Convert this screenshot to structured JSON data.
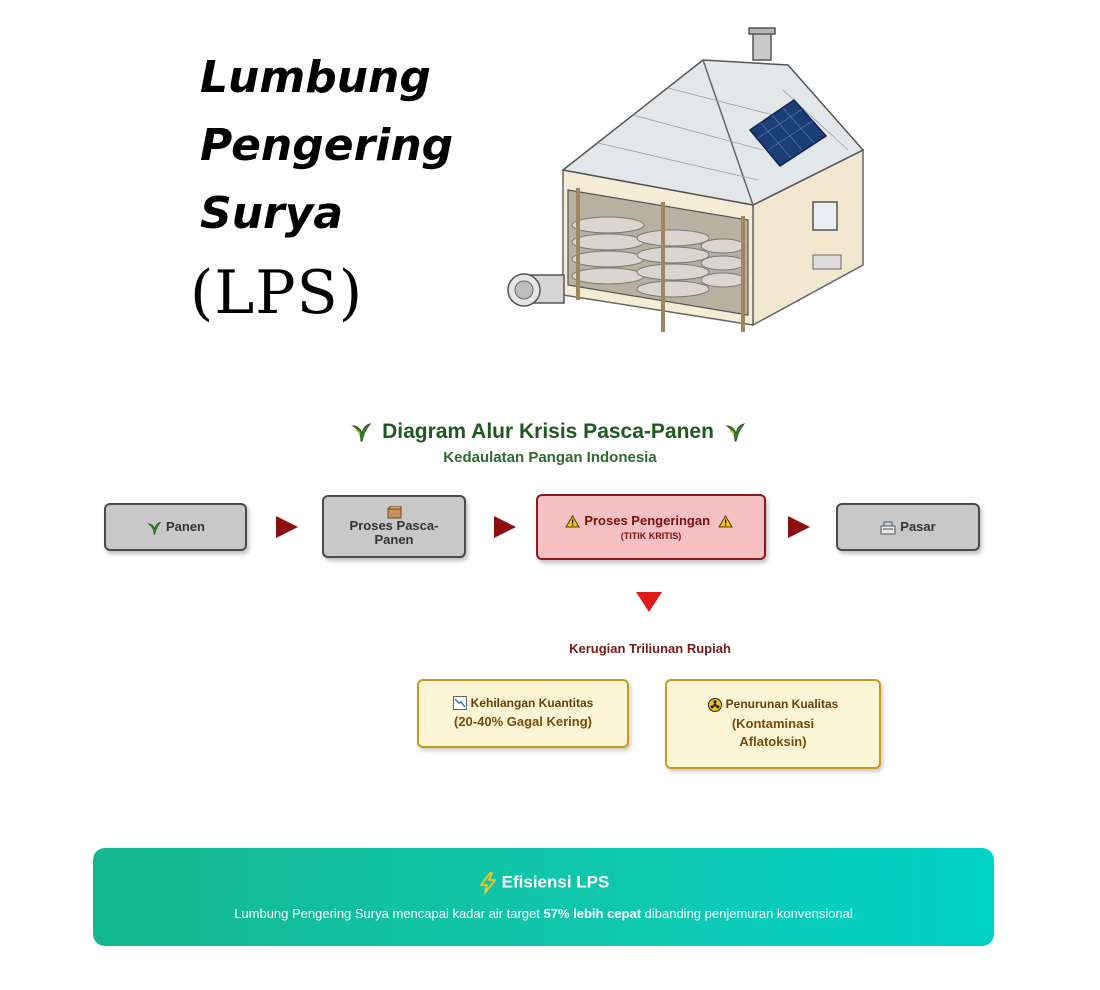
{
  "hero": {
    "title_lines": [
      "Lumbung",
      "Pengering",
      "Surya"
    ],
    "abbreviation": "(LPS)"
  },
  "illustration": {
    "icon": "solar-dryer-barn-illustration"
  },
  "diagram": {
    "title": "Diagram Alur Krisis Pasca-Panen",
    "title_icon": "plant-icon",
    "subtitle": "Kedaulatan Pangan Indonesia",
    "flow": [
      {
        "icon": "plant-icon",
        "label": "Panen"
      },
      {
        "icon": "box-icon",
        "label": "Proses Pasca-Panen"
      },
      {
        "icon": "warning-icon",
        "label": "Proses Pengeringan",
        "sub": "(TITIK KRITIS)",
        "critical": true
      },
      {
        "icon": "register-icon",
        "label": "Pasar"
      }
    ],
    "loss_label": "Kerugian Triliunan Rupiah",
    "impacts": [
      {
        "icon": "chart-decrease-icon",
        "heading": "Kehilangan Kuantitas",
        "detail": "(20-40% Gagal Kering)"
      },
      {
        "icon": "biohazard-icon",
        "heading": "Penurunan Kualitas",
        "detail": "(Kontaminasi Aflatoksin)"
      }
    ],
    "colors": {
      "critical_fill": "#f7c1c3",
      "critical_border": "#8b1a1a",
      "arrow": "#8b0f0f",
      "impact_fill": "#fdf6d6",
      "impact_border": "#c99a1f"
    }
  },
  "banner": {
    "icon": "lightning-icon",
    "title": "Efisiensi LPS",
    "text_before": "Lumbung Pengering Surya mencapai kadar air target ",
    "text_bold": "57% lebih cepat",
    "text_after": " dibanding penjemuran konvensional",
    "gradient": [
      "#14b88e",
      "#00d2c8"
    ]
  }
}
